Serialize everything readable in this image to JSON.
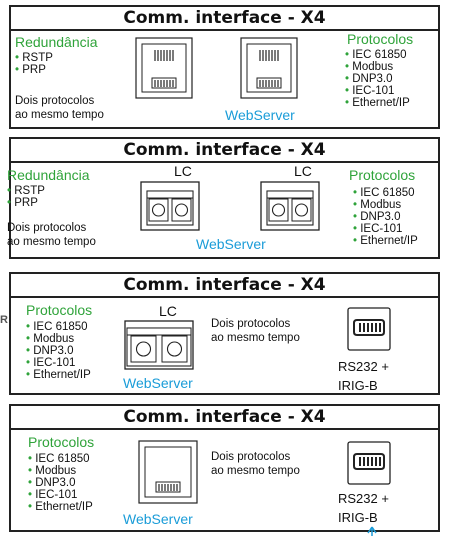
{
  "panels": [
    {
      "title": "Comm. interface - X4",
      "left_header": "Redundância",
      "left_items": [
        "RSTP",
        "PRP"
      ],
      "note": [
        "Dois protocolos",
        "ao mesmo tempo"
      ],
      "webserver": "WebServer",
      "right_header": "Protocolos",
      "right_items": [
        "IEC 61850",
        "Modbus",
        "DNP3.0",
        "IEC-101",
        "Ethernet/IP"
      ],
      "connectors": [
        "rj45-port",
        "rj45-port"
      ]
    },
    {
      "title": "Comm. interface - X4",
      "left_header": "Redundância",
      "left_items": [
        "RSTP",
        "PRP"
      ],
      "note": [
        "Dois protocolos",
        "ao mesmo tempo"
      ],
      "lc_labels": [
        "LC",
        "LC"
      ],
      "webserver": "WebServer",
      "right_header": "Protocolos",
      "right_items": [
        "IEC 61850",
        "Modbus",
        "DNP3.0",
        "IEC-101",
        "Ethernet/IP"
      ],
      "connectors": [
        "lc-fiber-port",
        "lc-fiber-port"
      ]
    },
    {
      "title": "Comm. interface - X4",
      "left_header": "Protocolos",
      "left_items": [
        "IEC 61850",
        "Modbus",
        "DNP3.0",
        "IEC-101",
        "Ethernet/IP"
      ],
      "lc_label": "LC",
      "webserver": "WebServer",
      "note": [
        "Dois protocolos",
        "ao mesmo tempo"
      ],
      "serial_label": [
        "RS232 +",
        "IRIG-B"
      ],
      "connectors": [
        "lc-fiber-port",
        "db9-serial-port"
      ]
    },
    {
      "title": "Comm. interface - X4",
      "left_header": "Protocolos",
      "left_items": [
        "IEC 61850",
        "Modbus",
        "DNP3.0",
        "IEC-101",
        "Ethernet/IP"
      ],
      "webserver": "WebServer",
      "note": [
        "Dois protocolos",
        "ao mesmo tempo"
      ],
      "serial_label": [
        "RS232 +",
        "IRIG-B"
      ],
      "connectors": [
        "rj45-port",
        "db9-serial-port"
      ]
    }
  ],
  "side_fragment": "R",
  "colors": {
    "green": "#2fa33a",
    "blue": "#1a9cd8",
    "border": "#222222"
  }
}
